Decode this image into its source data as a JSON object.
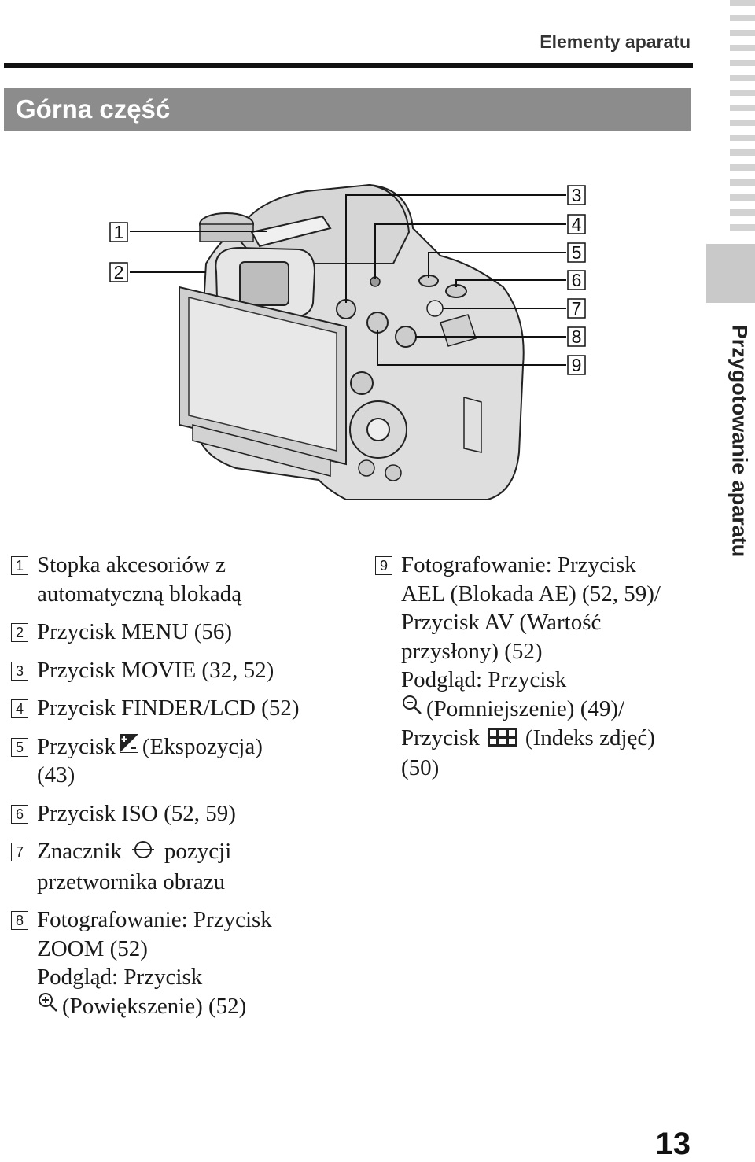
{
  "header": {
    "title": "Elementy aparatu"
  },
  "section": {
    "title": "Górna część"
  },
  "side_label": "Przygotowanie aparatu",
  "page_number": "13",
  "callouts": [
    "1",
    "2",
    "3",
    "4",
    "5",
    "6",
    "7",
    "8",
    "9"
  ],
  "items": [
    {
      "num": "1",
      "lines": [
        "Stopka akcesoriów z",
        "automatyczną blokadą"
      ]
    },
    {
      "num": "2",
      "lines": [
        "Przycisk MENU (56)"
      ]
    },
    {
      "num": "3",
      "lines": [
        "Przycisk MOVIE (32, 52)"
      ]
    },
    {
      "num": "4",
      "lines": [
        "Przycisk FINDER/LCD (52)"
      ]
    },
    {
      "num": "5",
      "line1_before": "Przycisk",
      "line1_after": "(Ekspozycja)",
      "line2": "(43)",
      "icon": "exposure-icon"
    },
    {
      "num": "6",
      "lines": [
        "Przycisk ISO (52, 59)"
      ]
    },
    {
      "num": "7",
      "line1_before": "Znacznik",
      "line1_after": "pozycji",
      "line2": "przetwornika obrazu",
      "icon": "sensor-position-icon"
    },
    {
      "num": "8",
      "line1": "Fotografowanie: Przycisk",
      "line2": "ZOOM (52)",
      "line3": "Podgląd: Przycisk",
      "line4_after": "(Powiększenie) (52)",
      "icon": "zoom-in-icon"
    },
    {
      "num": "9",
      "line1": "Fotografowanie: Przycisk",
      "line2": "AEL (Blokada AE) (52, 59)/",
      "line3": "Przycisk AV (Wartość",
      "line4": "przysłony) (52)",
      "line5": "Podgląd: Przycisk",
      "line6_after": "(Pomniejszenie) (49)/",
      "line7_before": "Przycisk",
      "line7_after": "(Indeks zdjęć)",
      "line8": "(50)",
      "icons": [
        "zoom-out-icon",
        "index-icon"
      ]
    }
  ]
}
